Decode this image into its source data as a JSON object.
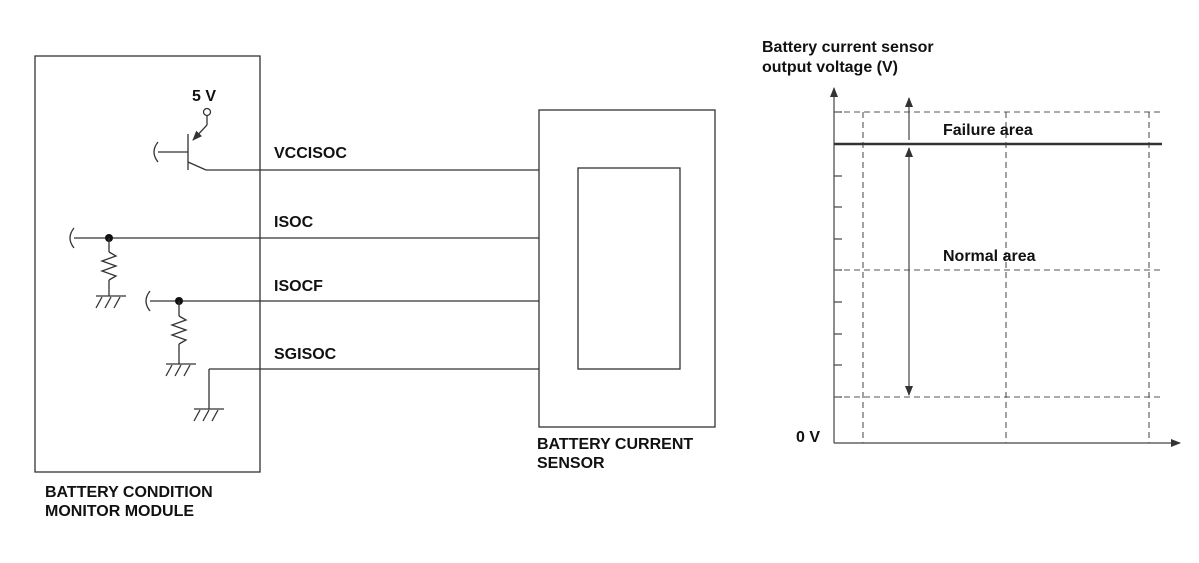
{
  "module": {
    "label_line1": "BATTERY CONDITION",
    "label_line2": "MONITOR MODULE",
    "supply_label": "5 V"
  },
  "sensor": {
    "label_line1": "BATTERY CURRENT",
    "label_line2": "SENSOR"
  },
  "wires": [
    {
      "id": "vccisoc",
      "label": "VCCISOC"
    },
    {
      "id": "isoc",
      "label": "ISOC"
    },
    {
      "id": "isocf",
      "label": "ISOCF"
    },
    {
      "id": "sgisoc",
      "label": "SGISOC"
    }
  ],
  "graph": {
    "y_title_line1": "Battery current sensor",
    "y_title_line2": "output voltage (V)",
    "zero_label": "0 V",
    "failure_label": "Failure area",
    "normal_label": "Normal area"
  }
}
